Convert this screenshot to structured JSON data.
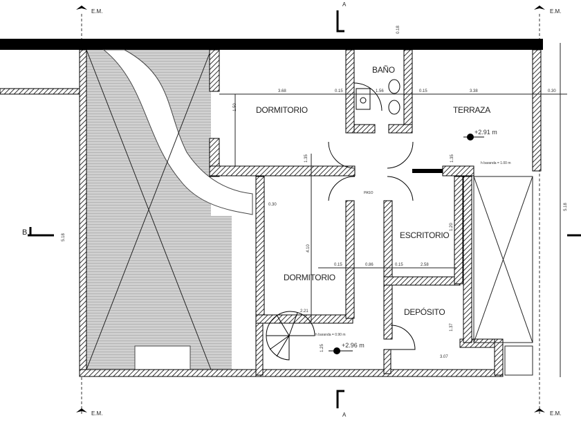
{
  "markers": {
    "em": "E.M.",
    "section_a": "A",
    "section_b": "B"
  },
  "rooms": {
    "bano": "BAÑO",
    "dormitorio_top": "DORMITORIO",
    "terraza": "TERRAZA",
    "paso": "PASO",
    "escritorio": "ESCRITORIO",
    "dormitorio_bottom": "DORMITORIO",
    "deposito": "DEPÓSITO"
  },
  "levels": {
    "terraza": "+2.91 m",
    "stair": "+2.96 m"
  },
  "notes": {
    "baranda_top": "h baranda = 1.00 m",
    "baranda_bottom": "h baranda = 0.90 m"
  },
  "dimensions": {
    "top_row": [
      "3.68",
      "0.15",
      "1.56",
      "0.15",
      "3.38",
      "0.30"
    ],
    "mid_row": [
      "0.15",
      "0.86",
      "0.15",
      "2.58"
    ],
    "left_wall": "0.30",
    "dorm_height": "4.10",
    "dorm_width": "2.21",
    "deposito_width": "3.07",
    "overall_right": "5.18",
    "left_side": "5.18",
    "top_vertical": "0.18",
    "small_v1": "1.50",
    "small_v2": "1.35",
    "small_v3": "1.35",
    "small_v4": "1.20",
    "small_v5": "1.37",
    "small_v6": "1.25"
  },
  "colors": {
    "ink": "#111111",
    "hatch": "#555555",
    "grey_fill": "#b8b8b8"
  }
}
